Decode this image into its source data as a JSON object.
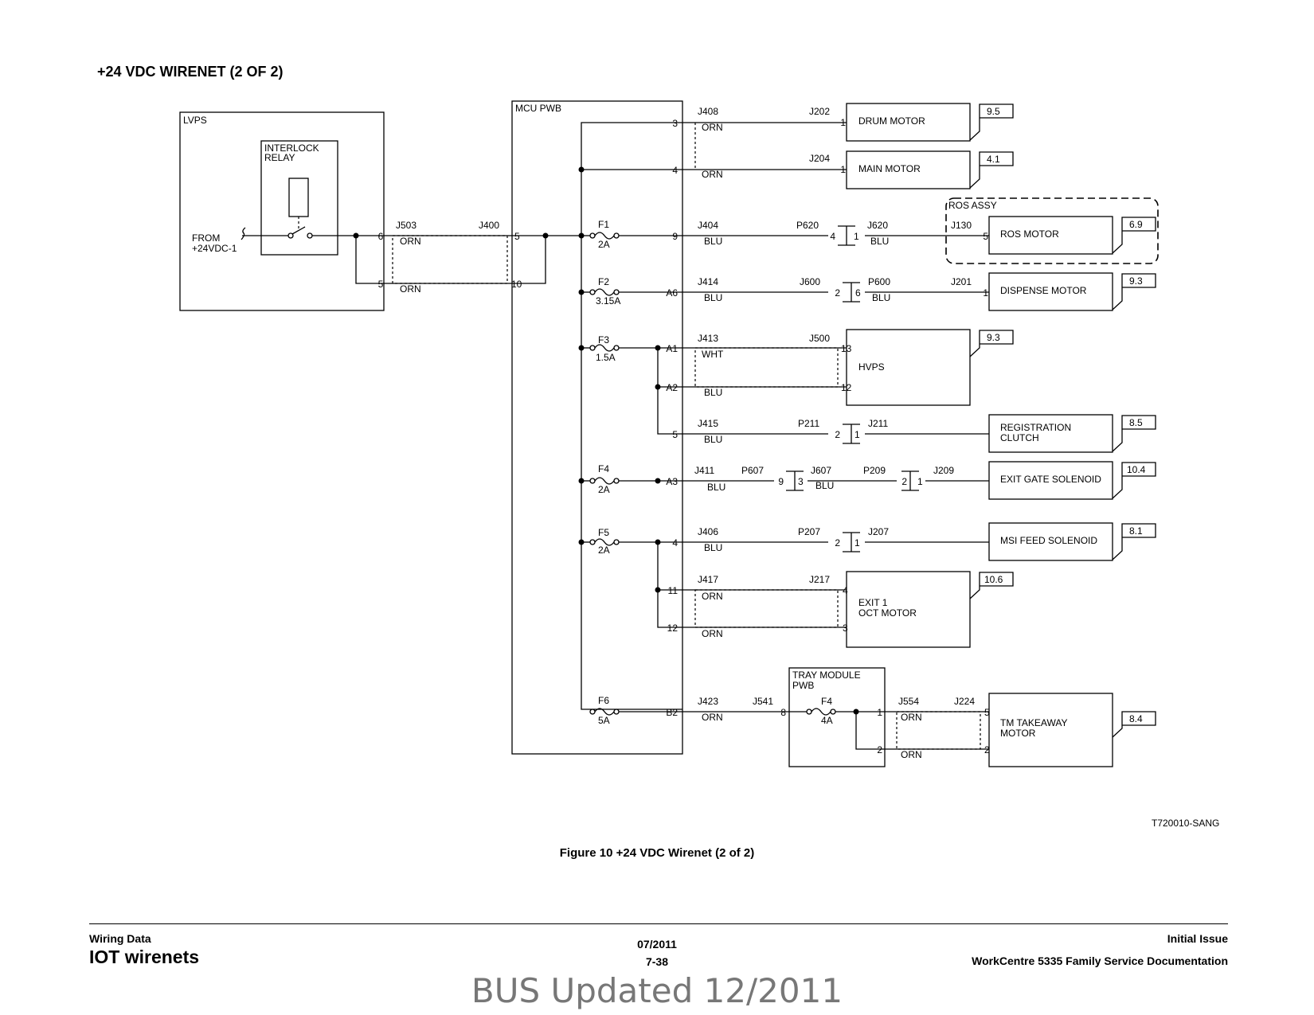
{
  "page": {
    "title": "+24 VDC WIRENET (2 OF 2)",
    "caption": "Figure 10 +24 VDC Wirenet (2 of 2)",
    "drawing_id": "T720010-SANG"
  },
  "footer": {
    "section": "Wiring Data",
    "title": "IOT wirenets",
    "date": "07/2011",
    "page": "7-38",
    "issue": "Initial Issue",
    "doc": "WorkCentre 5335 Family Service Documentation",
    "updated": "BUS Updated 12/2011"
  },
  "lvps": {
    "label": "LVPS",
    "relay": [
      "INTERLOCK",
      "RELAY"
    ],
    "from": [
      "FROM",
      "+24VDC-1"
    ],
    "pin6": "6",
    "pin5": "5",
    "j503": "J503",
    "w1": "ORN",
    "w2": "ORN"
  },
  "mcu": {
    "label": "MCU PWB",
    "j400": "J400",
    "pin5": "5",
    "pin10": "10"
  },
  "fuses": [
    {
      "name": "F1",
      "rating": "2A"
    },
    {
      "name": "F2",
      "rating": "3.15A"
    },
    {
      "name": "F3",
      "rating": "1.5A"
    },
    {
      "name": "F4",
      "rating": "2A"
    },
    {
      "name": "F5",
      "rating": "2A"
    },
    {
      "name": "F6",
      "rating": "5A"
    }
  ],
  "nets": {
    "drum": {
      "mcu_conn": "J408",
      "pin": "3",
      "color": "ORN",
      "dev_conn": "J202",
      "dev_pin": "1",
      "device": "DRUM MOTOR",
      "ref": "9.5"
    },
    "main": {
      "pin": "4",
      "color": "ORN",
      "dev_conn": "J204",
      "dev_pin": "1",
      "device": "MAIN MOTOR",
      "ref": "4.1"
    },
    "ros": {
      "mcu_conn": "J404",
      "pin": "9",
      "color": "BLU",
      "p": "P620",
      "p_pin": "4",
      "j": "J620",
      "j_pin": "1",
      "color2": "BLU",
      "dev_conn": "J130",
      "dev_pin": "5",
      "device": "ROS MOTOR",
      "ref": "6.9",
      "assy": "ROS ASSY"
    },
    "dispense": {
      "mcu_conn": "J414",
      "pin": "A6",
      "color": "BLU",
      "p": "J600",
      "p_pin": "2",
      "j": "P600",
      "j_pin": "6",
      "color2": "BLU",
      "dev_conn": "J201",
      "dev_pin": "1",
      "device": "DISPENSE MOTOR",
      "ref": "9.3"
    },
    "hvps": {
      "mcu_conn": "J413",
      "pin1": "A1",
      "pin2": "A2",
      "color1": "WHT",
      "color2": "BLU",
      "dev_conn": "J500",
      "dev_pin1": "13",
      "dev_pin2": "12",
      "device": "HVPS",
      "ref": "9.3"
    },
    "reg": {
      "mcu_conn": "J415",
      "pin": "5",
      "color": "BLU",
      "p": "P211",
      "p_pin": "2",
      "j": "J211",
      "j_pin": "1",
      "device": [
        "REGISTRATION",
        "CLUTCH"
      ],
      "ref": "8.5"
    },
    "exitgate": {
      "mcu_conn": "J411",
      "pin": "A3",
      "color": "BLU",
      "p1": "P607",
      "p1_pin": "9",
      "j1": "J607",
      "j1_pin": "3",
      "color2": "BLU",
      "p2": "P209",
      "p2_pin": "2",
      "j2": "J209",
      "j2_pin": "1",
      "device": "EXIT GATE SOLENOID",
      "ref": "10.4"
    },
    "msi": {
      "mcu_conn": "J406",
      "pin": "4",
      "color": "BLU",
      "p": "P207",
      "p_pin": "2",
      "j": "J207",
      "j_pin": "1",
      "device": "MSI FEED SOLENOID",
      "ref": "8.1"
    },
    "exit1": {
      "mcu_conn": "J417",
      "pin1": "11",
      "pin2": "12",
      "color1": "ORN",
      "color2": "ORN",
      "dev_conn": "J217",
      "dev_pin1": "4",
      "dev_pin2": "3",
      "device": [
        "EXIT 1",
        "OCT MOTOR"
      ],
      "ref": "10.6"
    },
    "takeaway": {
      "mcu_conn": "J423",
      "pin": "B2",
      "color": "ORN",
      "tray_conn": "J541",
      "tray_pin": "8",
      "tray": [
        "TRAY MODULE",
        "PWB"
      ],
      "tray_fuse": "F4",
      "tray_fuse_rating": "4A",
      "tray_out1": "1",
      "tray_out2": "2",
      "j554": "J554",
      "j224": "J224",
      "color2": "ORN",
      "color3": "ORN",
      "dev_pin1": "5",
      "dev_pin2": "2",
      "device": [
        "TM TAKEAWAY",
        "MOTOR"
      ],
      "ref": "8.4"
    }
  }
}
